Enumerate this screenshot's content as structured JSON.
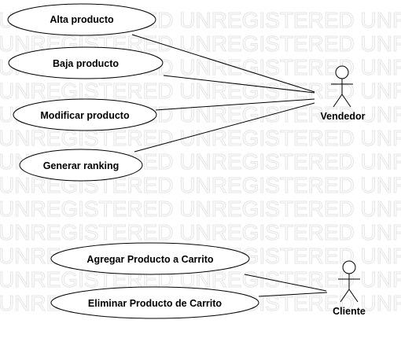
{
  "watermark": {
    "text": "UNREGISTERED UNREGISTERED UNREGISTERED"
  },
  "actors": {
    "vendedor": "Vendedor",
    "cliente": "Cliente"
  },
  "use_cases": {
    "alta": "Alta producto",
    "baja": "Baja producto",
    "modificar": "Modificar producto",
    "ranking": "Generar ranking",
    "agregar": "Agregar Producto a Carrito",
    "eliminar": "Eliminar Producto de Carrito"
  }
}
